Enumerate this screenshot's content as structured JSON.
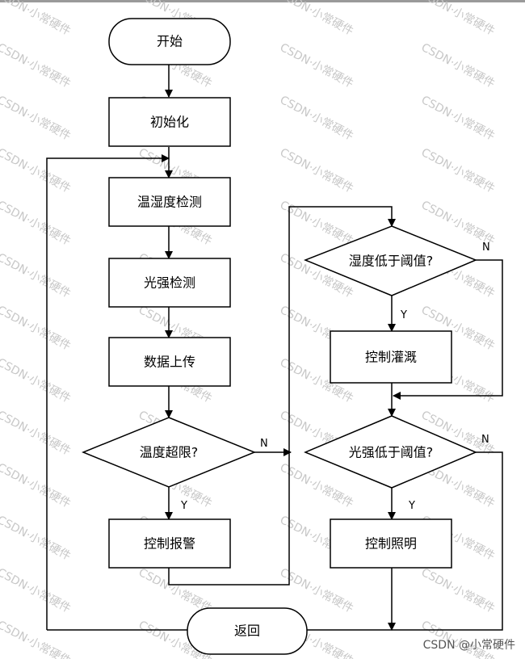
{
  "watermark": "CSDN·小常硬件",
  "credit": "CSDN @小常硬件",
  "nodes": {
    "start": "开始",
    "init": "初始化",
    "temp_humidity": "温湿度检测",
    "light_detect": "光强检测",
    "upload": "数据上传",
    "temp_check": "温度超限?",
    "alarm": "控制报警",
    "humidity_check": "湿度低于阈值?",
    "irrigate": "控制灌溉",
    "light_check": "光强低于阈值?",
    "lighting": "控制照明",
    "return": "返回"
  },
  "branches": {
    "temp_n": "N",
    "temp_y": "Y",
    "humidity_n": "N",
    "humidity_y": "Y",
    "light_n": "N",
    "light_y": "Y"
  }
}
